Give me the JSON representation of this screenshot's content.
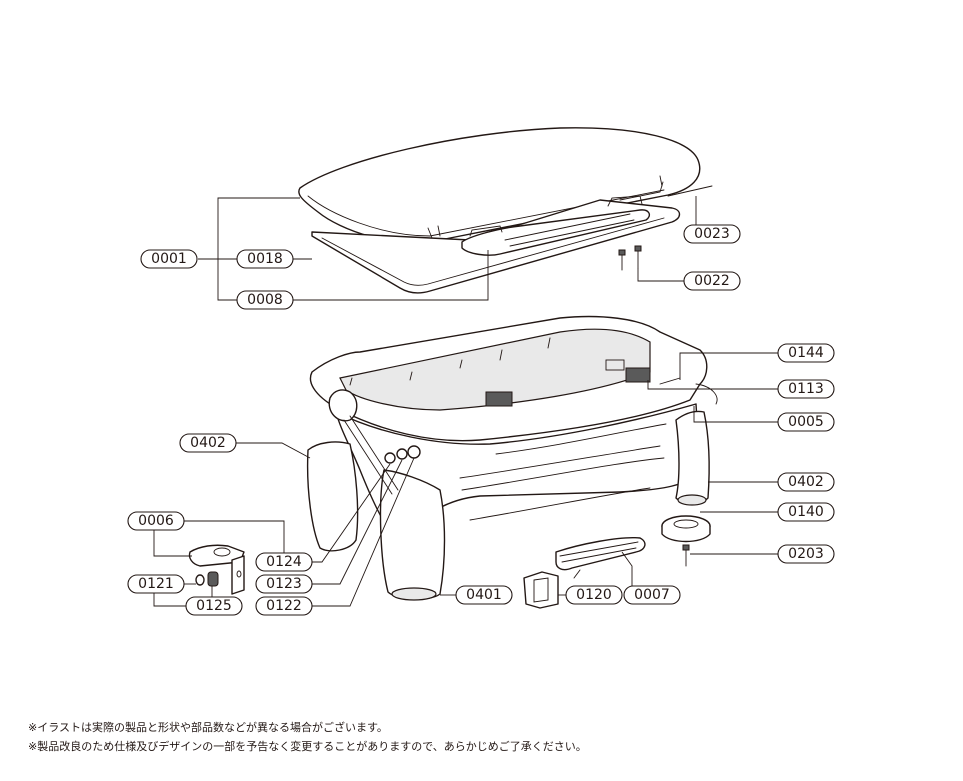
{
  "part_labels": {
    "p0001": "0001",
    "p0018": "0018",
    "p0008": "0008",
    "p0023": "0023",
    "p0022": "0022",
    "p0144": "0144",
    "p0113": "0113",
    "p0005": "0005",
    "p0402_left": "0402",
    "p0402_right": "0402",
    "p0140": "0140",
    "p0203": "0203",
    "p0006": "0006",
    "p0124": "0124",
    "p0121": "0121",
    "p0123": "0123",
    "p0125": "0125",
    "p0122": "0122",
    "p0401": "0401",
    "p0120": "0120",
    "p0007": "0007"
  },
  "notes": [
    "※イラストは実際の製品と形状や部品数などが異なる場合がございます。",
    "※製品改良のため仕様及びデザインの一部を予告なく変更することがありますので、あらかじめご了承ください。"
  ],
  "colors": {
    "ink": "#231815",
    "background": "#ffffff"
  }
}
